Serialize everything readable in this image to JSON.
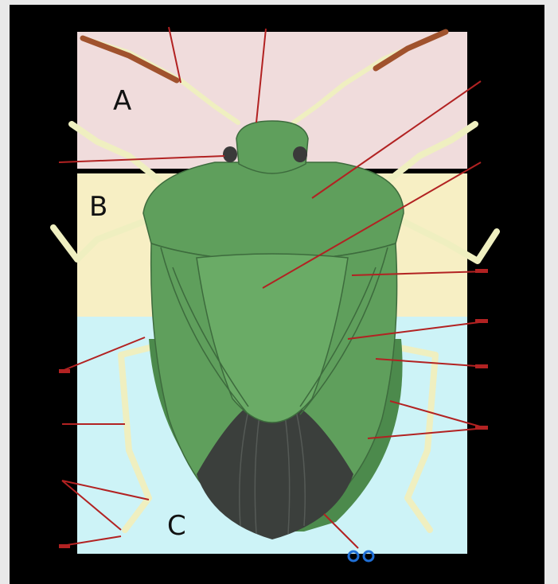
{
  "regions": [
    {
      "letter": "A",
      "color": "#f0dcdc"
    },
    {
      "letter": "B",
      "color": "#f7efc4"
    },
    {
      "letter": "C",
      "color": "#cdf3f7"
    }
  ],
  "colors": {
    "frame": "#000000",
    "page_margin": "#e9e9e9",
    "body_green": "#5f9f5c",
    "body_green_dark": "#4c8a4c",
    "wing_membrane": "#3b3f3c",
    "legs": "#efefc0",
    "antenna_tip": "#a0522d",
    "pointer_lines": "#b22222"
  }
}
